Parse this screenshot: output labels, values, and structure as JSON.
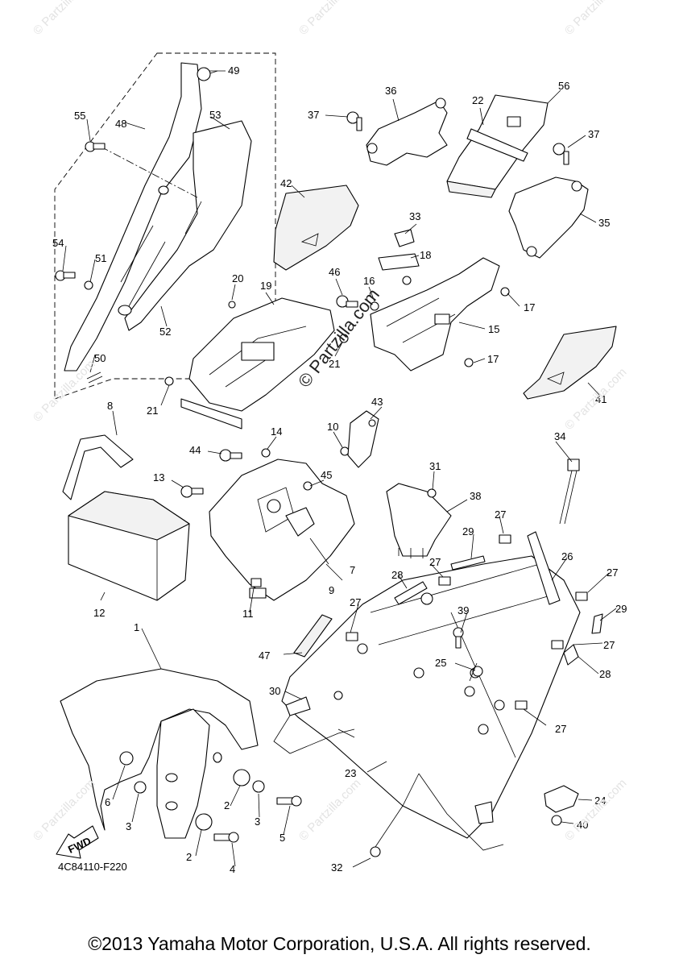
{
  "watermark": {
    "site": "© Partzilla.com",
    "center": "© Partzilla.com"
  },
  "diagram_code": "4C84110-F220",
  "copyright": "©2013 Yamaha Motor Corporation, U.S.A. All rights reserved.",
  "fwd_label": "FWD",
  "callouts": [
    "1",
    "2",
    "2",
    "3",
    "3",
    "4",
    "5",
    "6",
    "7",
    "8",
    "9",
    "10",
    "11",
    "12",
    "13",
    "14",
    "15",
    "16",
    "17",
    "17",
    "18",
    "19",
    "20",
    "21",
    "21",
    "22",
    "23",
    "24",
    "25",
    "26",
    "27",
    "27",
    "27",
    "27",
    "27",
    "27",
    "28",
    "28",
    "29",
    "29",
    "30",
    "31",
    "32",
    "33",
    "34",
    "35",
    "36",
    "37",
    "37",
    "38",
    "39",
    "40",
    "41",
    "42",
    "43",
    "44",
    "45",
    "46",
    "47",
    "48",
    "49",
    "50",
    "51",
    "52",
    "53",
    "54",
    "55",
    "56"
  ]
}
